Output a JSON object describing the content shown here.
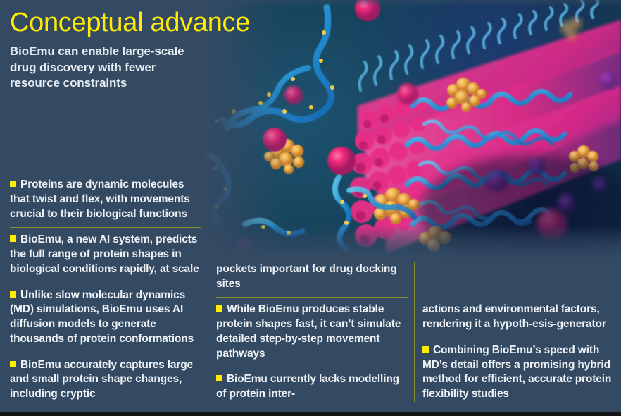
{
  "header": {
    "title": "Conceptual advance",
    "subtitle": "BioEmu can enable large-scale drug discovery with fewer resource constraints"
  },
  "colors": {
    "background": "#344a63",
    "title": "#ffed00",
    "body_text": "#eef2f6",
    "bullet_square": "#ffed00",
    "divider": "#8a8c2e",
    "illustration_protein_blue": "#29a8e0",
    "illustration_membrane_pink": "#e8308a",
    "illustration_gold": "#f0b350",
    "illustration_sphere": "#ef2b7b"
  },
  "illustration": {
    "alt_name": "protein-membrane-illustration",
    "description": "Scientific 3D render of blue protein chains, magenta membrane structures, gold ligand clusters and pink spheres on a deep teal-blue background"
  },
  "columns": [
    {
      "name": "column-1",
      "items": [
        {
          "continuation": false,
          "text": "Proteins are dynamic molecules that twist and flex, with movements crucial to their biological functions"
        },
        {
          "continuation": false,
          "text": "BioEmu, a new AI system, predicts the full range of protein shapes in biological conditions rapidly, at scale"
        },
        {
          "continuation": false,
          "text": "Unlike slow molecular dynamics (MD) simulations, BioEmu uses AI diffusion models to generate thousands of protein conformations"
        },
        {
          "continuation": false,
          "text": "BioEmu accurately captures large and small protein shape changes, including cryptic"
        }
      ]
    },
    {
      "name": "column-2",
      "items": [
        {
          "continuation": true,
          "text": "pockets important for drug docking sites"
        },
        {
          "continuation": false,
          "text": "While BioEmu produces stable protein shapes fast, it can’t simulate detailed step-by-step movement pathways"
        },
        {
          "continuation": false,
          "text": "BioEmu currently lacks modelling of protein inter-"
        }
      ]
    },
    {
      "name": "column-3",
      "items": [
        {
          "continuation": true,
          "text": "actions and environmental factors, rendering it a hypoth-esis-generator"
        },
        {
          "continuation": false,
          "text": "Combining BioEmu’s speed with MD’s detail offers a promising hybrid method for efficient, accurate protein flexibility studies"
        }
      ]
    }
  ]
}
